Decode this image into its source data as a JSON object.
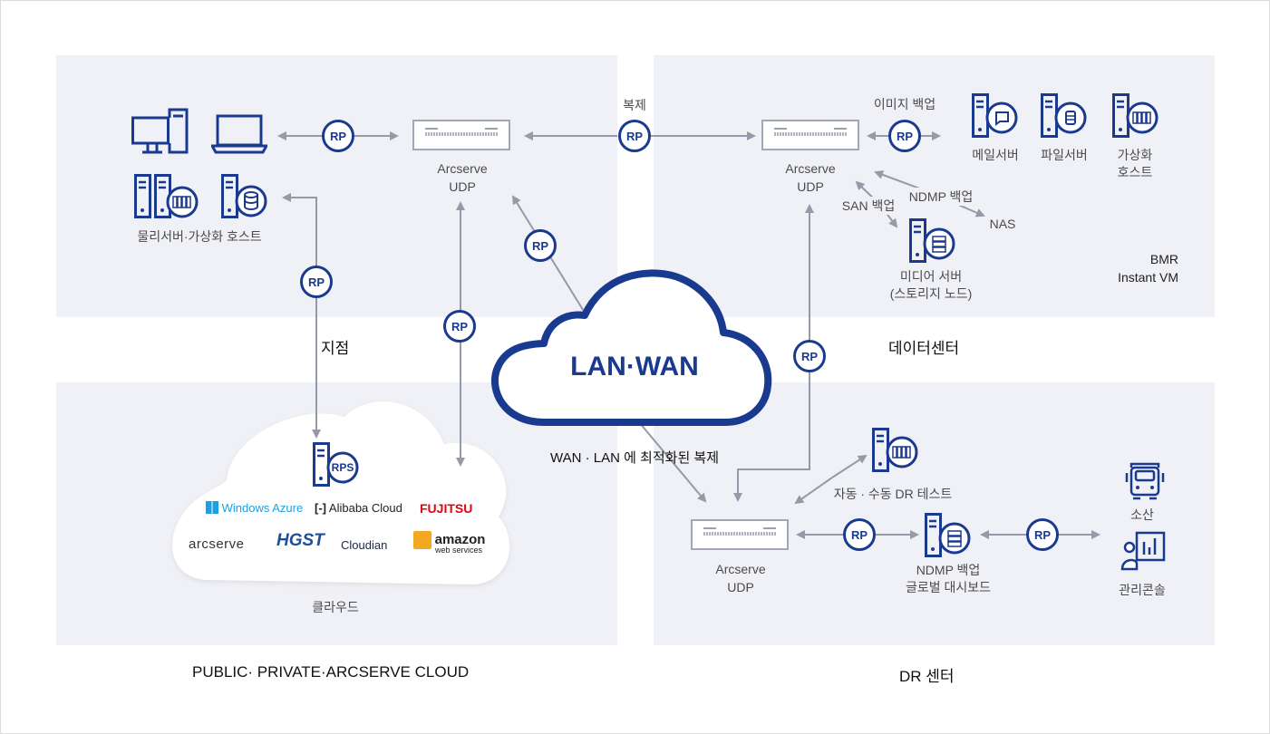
{
  "sections": {
    "branch": "지점",
    "datacenter": "데이터센터",
    "cloud": "PUBLIC· PRIVATE·ARCSERVE CLOUD",
    "dr": "DR 센터"
  },
  "center": {
    "network": "LAN·WAN",
    "caption": "WAN · LAN 에 최적화된 복제",
    "replication": "복제"
  },
  "rp_label": "RP",
  "rps_label": "RPS",
  "udp": {
    "line1": "Arcserve",
    "line2": "UDP"
  },
  "branch": {
    "devices_label": "물리서버·가상화 호스트"
  },
  "datacenter": {
    "image_backup": "이미지 백업",
    "mail_server": "메일서버",
    "file_server": "파일서버",
    "virt_host_1": "가상화",
    "virt_host_2": "호스트",
    "san_backup": "SAN 백업",
    "ndmp_backup": "NDMP 백업",
    "nas": "NAS",
    "media_server_1": "미디어 서버",
    "media_server_2": "(스토리지 노드)",
    "bmr": "BMR",
    "instant_vm": "Instant VM"
  },
  "cloud": {
    "label": "클라우드",
    "providers": [
      "Windows Azure",
      "Alibaba Cloud",
      "FUJITSU",
      "arcserve",
      "HGST",
      "Cloudian",
      "amazon",
      "web services"
    ]
  },
  "dr": {
    "dr_test": "자동 · 수동 DR 테스트",
    "ndmp_1": "NDMP 백업",
    "ndmp_2": "글로벌 대시보드",
    "remote": "소산",
    "console": "관리콘솔"
  },
  "colors": {
    "navy": "#1a3a8f",
    "arrow": "#9699a8",
    "panel": "#f0f1f6"
  }
}
